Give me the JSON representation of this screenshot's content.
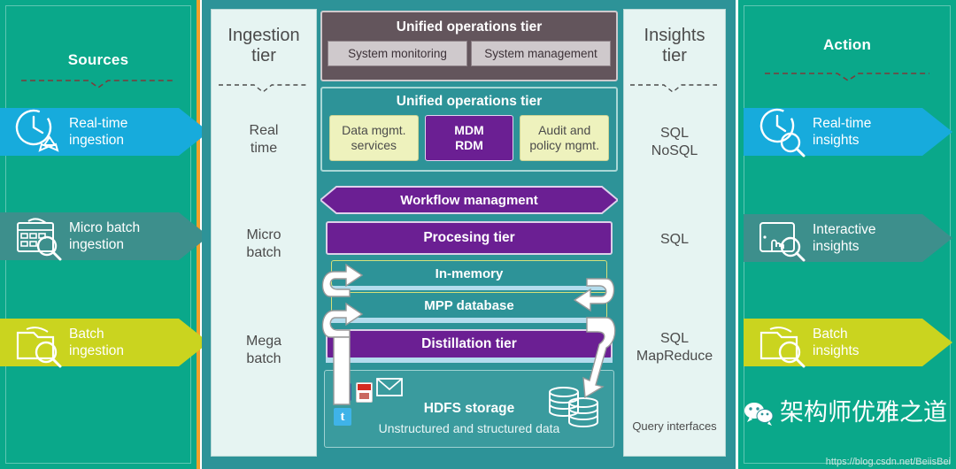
{
  "columns": {
    "sources": {
      "title": "Sources",
      "items": [
        {
          "label_line1": "Real-time",
          "label_line2": "ingestion",
          "color": "#17abdc",
          "icon": "clock-recycle-icon"
        },
        {
          "label_line1": "Micro batch",
          "label_line2": "ingestion",
          "color": "#3d8f8c",
          "icon": "calendar-search-icon"
        },
        {
          "label_line1": "Batch",
          "label_line2": "ingestion",
          "color": "#cad41f",
          "icon": "folder-search-icon"
        }
      ]
    },
    "ingestion": {
      "title_line1": "Ingestion",
      "title_line2": "tier",
      "rows": [
        {
          "line1": "Real",
          "line2": "time"
        },
        {
          "line1": "Micro",
          "line2": "batch"
        },
        {
          "line1": "Mega",
          "line2": "batch"
        }
      ]
    },
    "insights": {
      "title_line1": "Insights",
      "title_line2": "tier",
      "rows": [
        {
          "line1": "SQL",
          "line2": "NoSQL"
        },
        {
          "line1": "SQL",
          "line2": ""
        },
        {
          "line1": "SQL",
          "line2": "MapReduce"
        }
      ],
      "footer": "Query interfaces"
    },
    "action": {
      "title": "Action",
      "items": [
        {
          "label_line1": "Real-time",
          "label_line2": "insights",
          "color": "#17abdc",
          "icon": "clock-search-icon"
        },
        {
          "label_line1": "Interactive",
          "label_line2": "insights",
          "color": "#3d8f8c",
          "icon": "tablet-touch-search-icon"
        },
        {
          "label_line1": "Batch",
          "label_line2": "insights",
          "color": "#cad41f",
          "icon": "folder-search-icon"
        }
      ]
    }
  },
  "center": {
    "ops_top": {
      "title": "Unified operations tier",
      "sub_left": "System monitoring",
      "sub_right": "System management",
      "bg": "#63555c"
    },
    "ops_second": {
      "title": "Unified operations tier",
      "sub_left": "Data mgmt. services",
      "sub_left_l1": "Data mgmt.",
      "sub_left_l2": "services",
      "sub_mid_l1": "MDM",
      "sub_mid_l2": "RDM",
      "sub_right_l1": "Audit and",
      "sub_right_l2": "policy mgmt.",
      "bg": "#2d9398",
      "accent": "#6b1f93"
    },
    "workflow": "Workflow managment",
    "processing": "Procesing tier",
    "in_memory": "In-memory",
    "mpp": "MPP database",
    "distillation": "Distillation tier",
    "storage": {
      "title": "HDFS storage",
      "subtitle": "Unstructured and structured data",
      "icons": [
        "facebook-icon",
        "pdf-icon",
        "envelope-icon",
        "twitter-icon",
        "database-stack-icon"
      ]
    }
  },
  "watermark": {
    "text": "架构师优雅之道",
    "logo": "wechat-icon",
    "url": "https://blog.csdn.net/BeiisBei"
  },
  "palette": {
    "green": "#0aa88a",
    "teal": "#2d9398",
    "purple": "#6b1f93",
    "mauve": "#63555c",
    "cyan": "#17abdc",
    "lime": "#cad41f",
    "cream": "#eef2bd",
    "orange_divider": "#f0a02a",
    "panel_bg": "#e6f4f2"
  }
}
